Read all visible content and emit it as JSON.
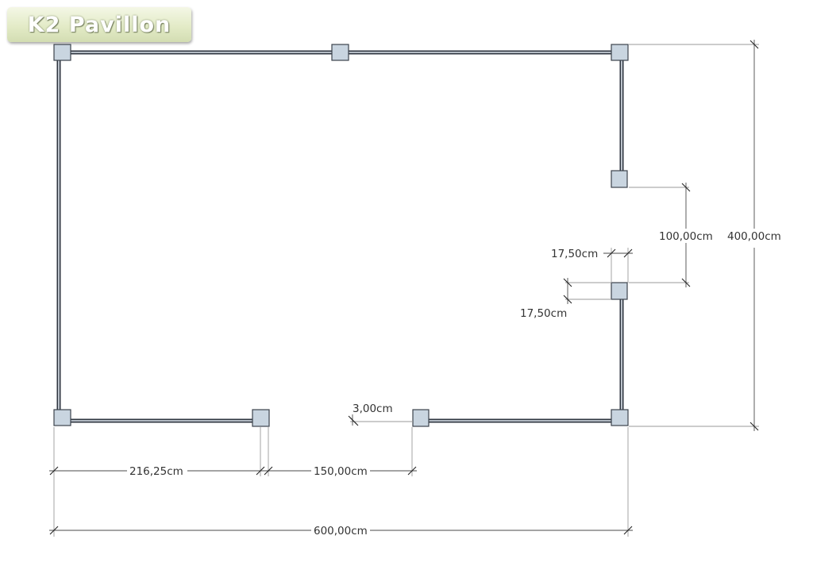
{
  "logo": {
    "text": "K2 Pavillon"
  },
  "dimensions": {
    "total_width": "600,00cm",
    "total_depth": "400,00cm",
    "front_left_wall": "216,25cm",
    "front_opening": "150,00cm",
    "side_opening": "100,00cm",
    "post_width_horizontal": "17,50cm",
    "post_width_vertical": "17,50cm",
    "wall_gap": "3,00cm"
  },
  "colors": {
    "post_fill": "#c9d5e0",
    "wall": "#2f3640",
    "dimension_line": "#4a4a4a",
    "logo_background": "#e3ebc7"
  }
}
